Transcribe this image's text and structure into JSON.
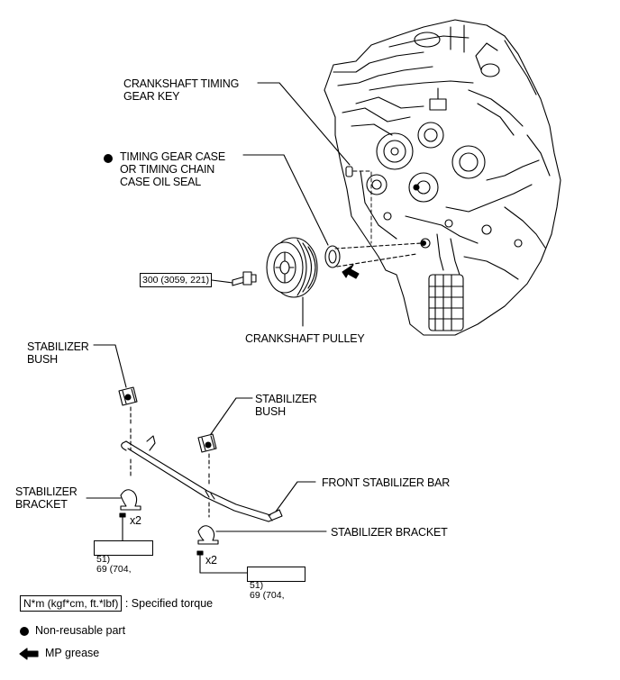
{
  "labels": {
    "crankshaft_timing_gear_key": "CRANKSHAFT TIMING\nGEAR KEY",
    "oil_seal": "TIMING GEAR CASE\nOR TIMING CHAIN\nCASE OIL SEAL",
    "crankshaft_pulley": "CRANKSHAFT PULLEY",
    "stabilizer_bush_left": "STABILIZER\nBUSH",
    "stabilizer_bush_right": "STABILIZER\nBUSH",
    "front_stabilizer_bar": "FRONT STABILIZER BAR",
    "stabilizer_bracket_left": "STABILIZER\nBRACKET",
    "stabilizer_bracket_right": "STABILIZER BRACKET"
  },
  "torque": {
    "pulley_bolt": "300 (3059, 221)",
    "bracket_left_line1": "69 (704,",
    "bracket_left_line2": "51)",
    "bracket_right_line1": "69 (704,",
    "bracket_right_line2": "51)"
  },
  "quantities": {
    "left_bolts": "x2",
    "right_bolts": "x2"
  },
  "legend": {
    "torque_unit": "N*m (kgf*cm, ft.*lbf)",
    "torque_desc": ": Specified torque",
    "non_reusable": "Non-reusable part",
    "mp_grease": "MP grease"
  },
  "icons": {
    "non_reusable": "filled-circle-icon",
    "grease": "arrow-left-icon"
  }
}
